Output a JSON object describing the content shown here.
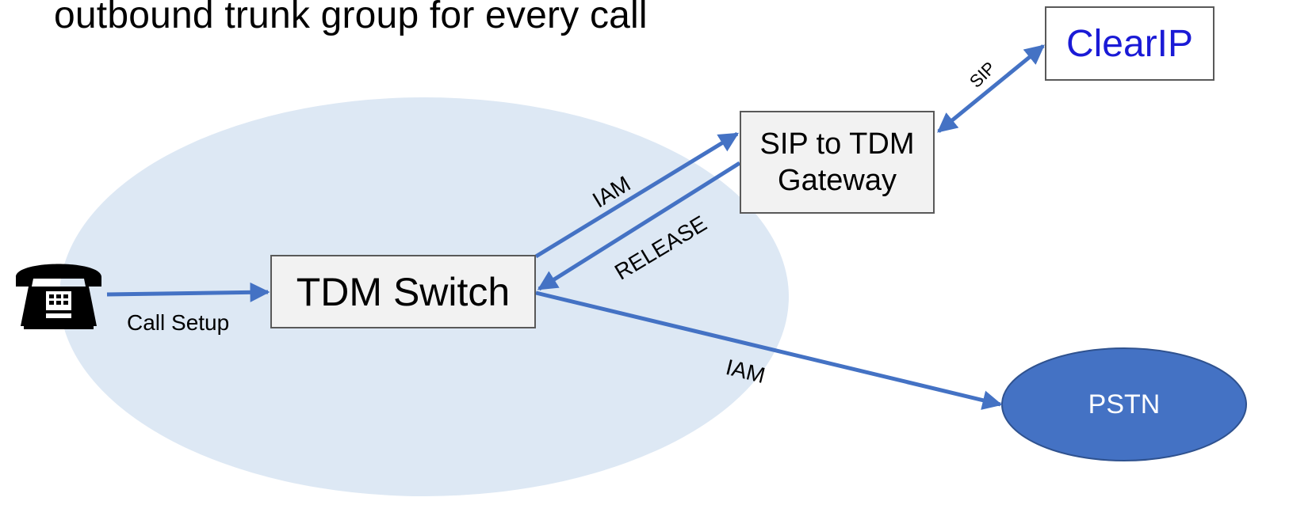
{
  "title": "outbound trunk group for every call",
  "nodes": {
    "tdm_switch": "TDM Switch",
    "gateway_line1": "SIP to TDM",
    "gateway_line2": "Gateway",
    "clearip": "ClearIP",
    "pstn": "PSTN"
  },
  "edges": {
    "call_setup": "Call Setup",
    "iam_to_gateway": "IAM",
    "release": "RELEASE",
    "iam_to_pstn": "IAM",
    "sip": "SIP"
  },
  "icons": {
    "phone": "telephone-icon"
  },
  "colors": {
    "arrow": "#4472c4",
    "pstn_fill": "#4472c4",
    "ellipse_fill": "#dde8f4",
    "clearip_text": "#1a1ad6"
  }
}
